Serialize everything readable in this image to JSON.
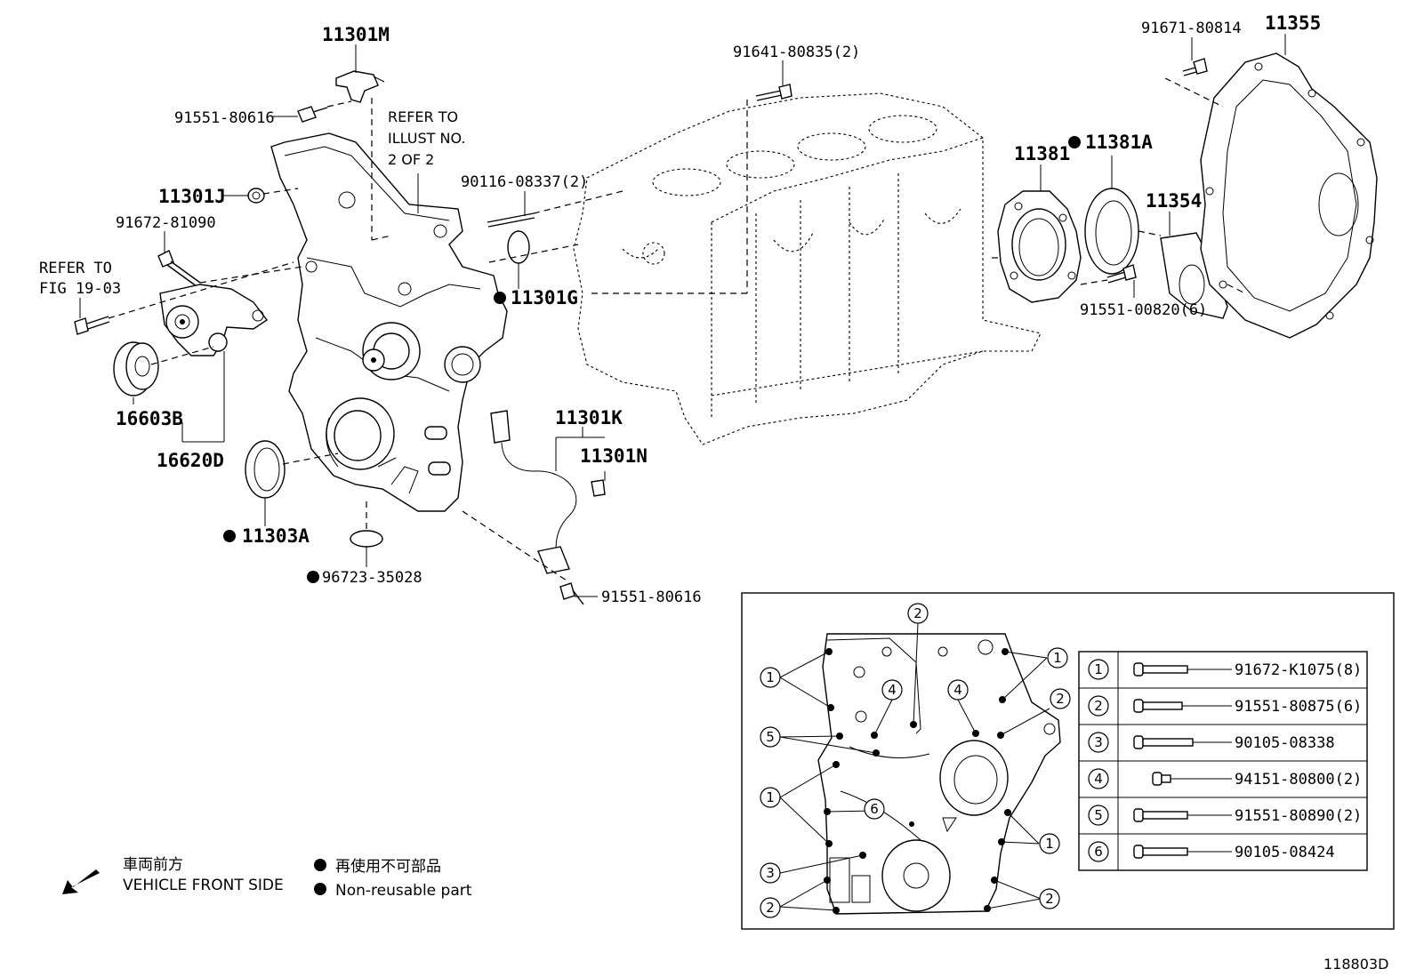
{
  "parts": {
    "p11301M": "11301M",
    "p91551_80616_top": "91551-80616",
    "refer_illust_1": "REFER TO",
    "refer_illust_2": "ILLUST NO.",
    "refer_illust_3": "2 OF 2",
    "p11301J": "11301J",
    "p91672_81090": "91672-81090",
    "refer_fig_1": "REFER TO",
    "refer_fig_2": "FIG 19-03",
    "p16603B": "16603B",
    "p16620D": "16620D",
    "p11303A": "11303A",
    "p96723_35028": "96723-35028",
    "p11301G": "11301G",
    "p90116_08337": "90116-08337(2)",
    "p91641_80835": "91641-80835(2)",
    "p11301K": "11301K",
    "p11301N": "11301N",
    "p91551_80616_bot": "91551-80616",
    "p11381": "11381",
    "p11381A": "11381A",
    "p11354": "11354",
    "p91551_00820": "91551-00820(6)",
    "p91671_80814": "91671-80814",
    "p11355": "11355"
  },
  "legend": {
    "direction_jp": "車両前方",
    "direction_en": "VEHICLE FRONT SIDE",
    "nonreusable_jp": "再使用不可部品",
    "nonreusable_en": "Non-reusable part"
  },
  "bolt_table": [
    {
      "num": "1",
      "part": "91672-K1075(8)"
    },
    {
      "num": "2",
      "part": "91551-80875(6)"
    },
    {
      "num": "3",
      "part": "90105-08338"
    },
    {
      "num": "4",
      "part": "94151-80800(2)"
    },
    {
      "num": "5",
      "part": "91551-80890(2)"
    },
    {
      "num": "6",
      "part": "90105-08424"
    }
  ],
  "callouts": {
    "c1": "1",
    "c2": "2",
    "c3": "3",
    "c4": "4",
    "c5": "5",
    "c6": "6"
  },
  "figure_number": "118803D"
}
